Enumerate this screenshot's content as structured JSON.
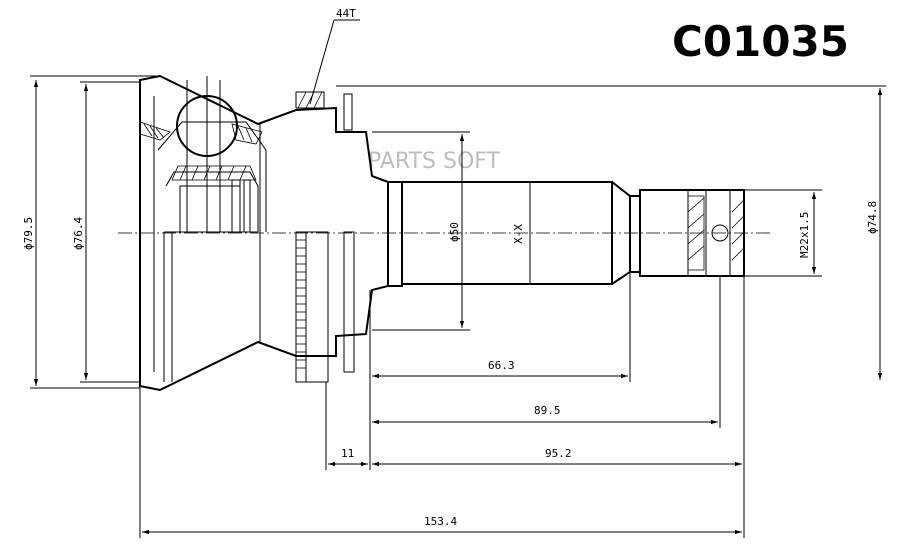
{
  "part_number": "C01035",
  "watermark": "PARTS SOFT",
  "spline_count": "44T",
  "dimensions": {
    "outer_diameter": "ϕ79.5",
    "housing_diameter": "ϕ76.4",
    "shaft_diameter": "ϕ50",
    "section_mark": "X-X",
    "thread": "M22x1.5",
    "abs_ring_diameter": "ϕ74.8",
    "len_66_3": "66.3",
    "len_89_5": "89.5",
    "len_11": "11",
    "len_95_2": "95.2",
    "len_153_4": "153.4"
  }
}
